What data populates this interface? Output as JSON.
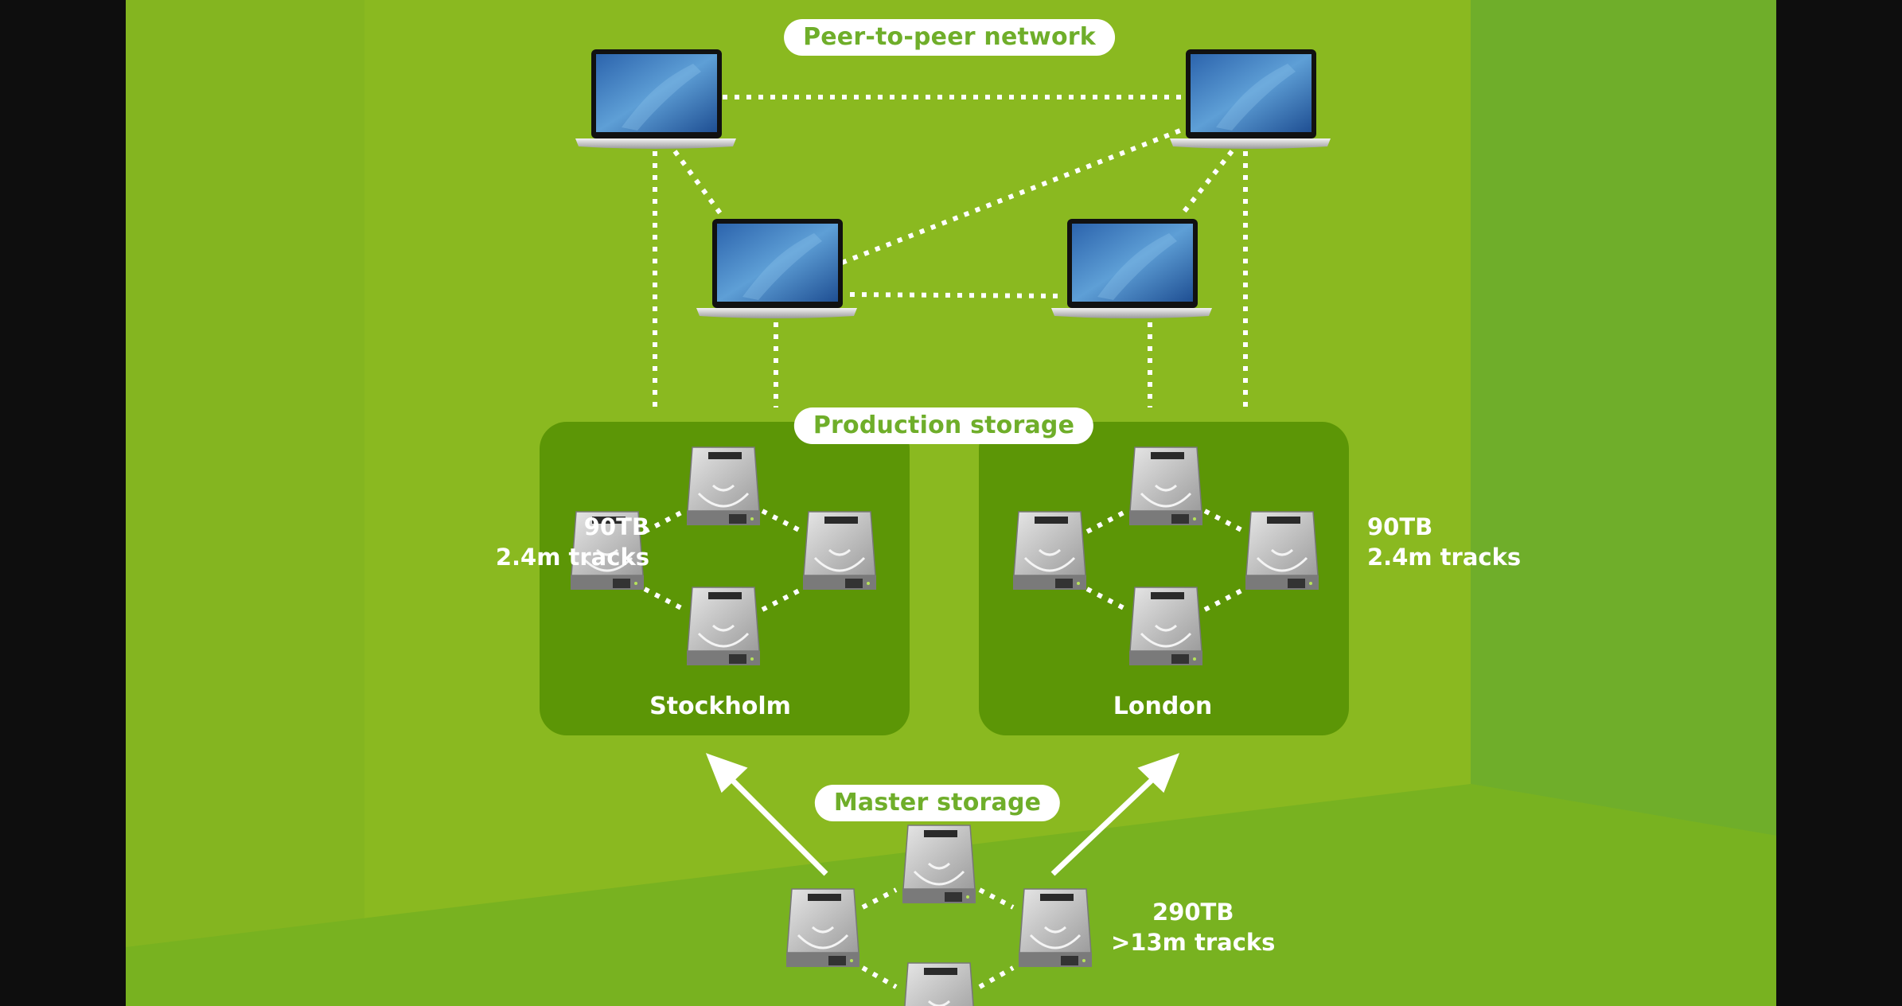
{
  "title_labels": {
    "p2p": "Peer-to-peer network",
    "production": "Production storage",
    "master": "Master storage"
  },
  "production_sites": [
    {
      "city": "Stockholm",
      "capacity": "90TB",
      "tracks": "2.4m tracks"
    },
    {
      "city": "London",
      "capacity": "90TB",
      "tracks": "2.4m tracks"
    }
  ],
  "master_site": {
    "capacity": "290TB",
    "tracks": ">13m tracks"
  },
  "icons": {
    "client": "laptop-icon",
    "storage": "hard-drive-icon",
    "flow": "arrow-up-icon"
  },
  "colors": {
    "background": "#84b520",
    "background_light": "#93bd1f",
    "background_shadow": "#6fae2a",
    "site_box": "#5c9606",
    "label_text": "#6fae2a",
    "letterbox": "#0e0e0e"
  },
  "peer_count": 4,
  "drives_per_site": 4
}
